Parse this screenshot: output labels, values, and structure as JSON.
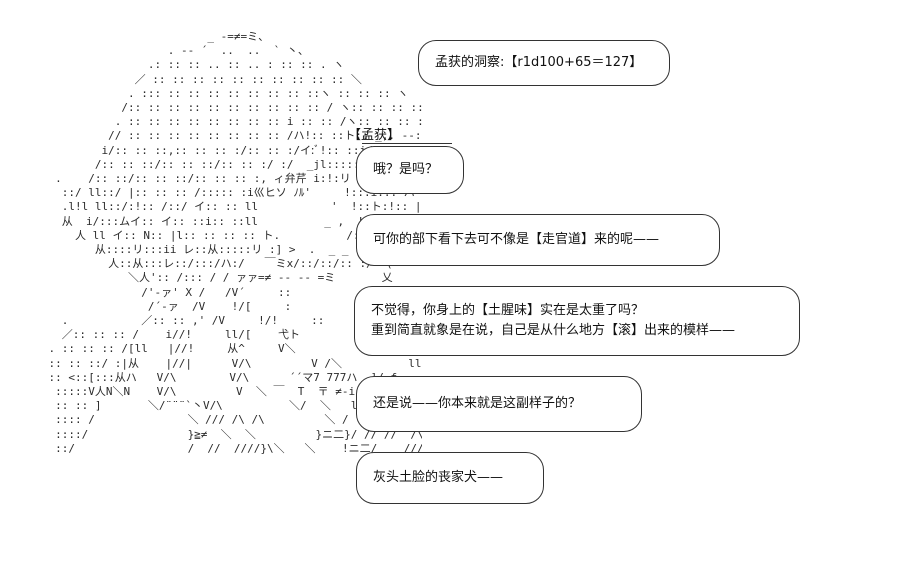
{
  "art_lines": [
    "                            _ ‐=≠=ミ、",
    "                      . -‐ ´  ..  ..  ` 丶、",
    "                   .: :: :: .. :: .. : :: :: . ヽ",
    "                 ／ :: :: :: :: :: :: :: :: :: :: ＼",
    "                . ::: :: :: :: :: :: :: :: ::ヽ :: :: :: ヽ",
    "               /:: :: :: :: :: :: :: :: :: :: / ヽ:: :: :: :: ヽ",
    "              . :: :: :: :: :: :: :: :: i :: :: /ヽ:: :: :: :: ハ",
    "             // :: :: :: :: :: :: :: :: /ハ!:: ::ト:: _,. -‐:: :::V f",
    "            i/:: :: ::,:: :: :: :/:: :: :/イ:ﾞ!:: ::i/ハj _ _ :: :: ト",
    "           /:: :: ::/:: :: ::/:: :: :/ :/  _jl:::::iルi芹l:: :: 乂",
    "     .    /:: ::/:: :: ::/:: :: :: :, ィ弁芹 i:!:リ ヒソ!:: ::ト:: ハ",
    "      ::/ ll::/ |:: :: :: /::::: :i巛ヒソ ﾉﾙ'     !:::i::: ハ",
    "      .l!l ll::/:!:: /::/ イ:: :: ll           '  !::ト:!:: |",
    "      从  i/:::ムイ:: イ:: ::i:: ::ll          _ ,  !:: i::  乂",
    "        人 ll イ:: N:: |l:: :: :: :: ト.          /:: ::!:: ::: ::ツル",
    "           从::::リ:::ii レ::从:::::リ :] >  .  _ _ '::::从:: f",
    "             人::从:::レ::/:::/ハ:/   ￣ミx/::/::/:: :/  (",
    "                ＼人':: /::: / / ァァ=≠ -- -- =ミ       乂",
    "                  /'‐ァ' X /   /V´     ::",
    "                   /´‐ァ  /V    !/[     :                  f",
    "      .           ／:: :: ,' /V     !/!     ::           i      f",
    "      ／:: :: :: /    i//!     ll/[    弋ト            ll     、 |",
    "    . :: :: :: /[ll   |//!     从^     V＼             ll  V  乂",
    "    :: :: ::/ :|从    |//|      V/\\         V /＼          ll  V//",
    "    :: <::[:::从ハ   V/\\        V/\\      ´´マ7 777ハ  ]/ f",
    "     :::::V人N＼N    V/\\         V  ＼ ￣  T  〒 ≠‐i.リ | 乂",
    "     :: :: ]       ＼/¨¨¨`丶V/\\          ＼/  ＼   ll  ll '    /\\//乂",
    "     :::: /              ＼ /// /\\ /\\         ＼ /  \\`‐ ,=≠ア /\\ //\\",
    "     ::::/               }≧≠  ＼  ＼         }ニ二}/ // //  /\\ //  /\\",
    "     ::/                 /  //  ////}\\＼   ＼    !ニ二/    /// /  / ＼// 〉"
  ],
  "caption_box": {
    "text": "孟获的洞察:【r1d100+65＝127】"
  },
  "speaker": {
    "label": "【孟获】"
  },
  "dialogue": [
    {
      "lines": [
        "哦？是吗？"
      ]
    },
    {
      "lines": [
        "可你的部下看下去可不像是【走官道】来的呢——"
      ]
    },
    {
      "lines": [
        "不觉得，你身上的【土腥味】实在是太重了吗？",
        "重到简直就象是在说，自己是从什么地方【滚】出来的模样——"
      ]
    },
    {
      "lines": [
        "还是说——你本来就是这副样子的？"
      ]
    },
    {
      "lines": [
        "灰头土脸的丧家犬——"
      ]
    }
  ]
}
